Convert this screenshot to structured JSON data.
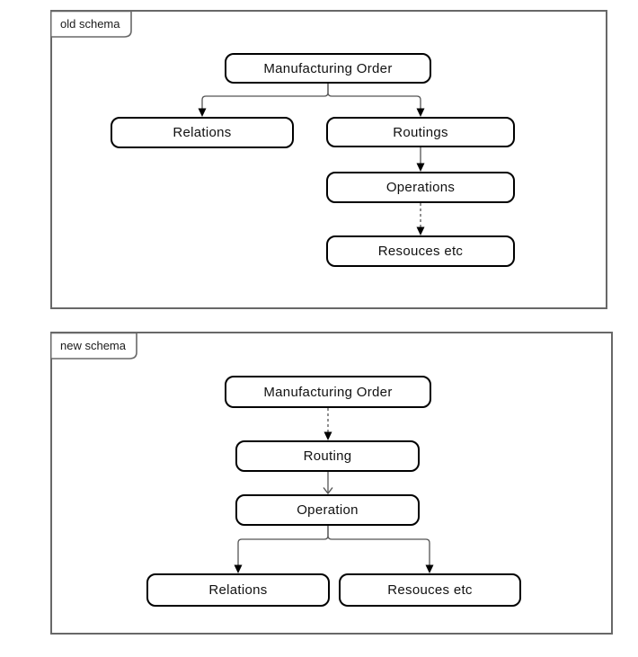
{
  "diagram": {
    "panels": [
      {
        "label": "old schema",
        "nodes": {
          "manufacturing_order": "Manufacturing Order",
          "relations": "Relations",
          "routings": "Routings",
          "operations": "Operations",
          "resources": "Resouces etc"
        },
        "edges": [
          {
            "from": "Manufacturing Order",
            "to": "Relations",
            "style": "solid",
            "arrow": "filled"
          },
          {
            "from": "Manufacturing Order",
            "to": "Routings",
            "style": "solid",
            "arrow": "filled"
          },
          {
            "from": "Routings",
            "to": "Operations",
            "style": "solid",
            "arrow": "filled"
          },
          {
            "from": "Operations",
            "to": "Resouces etc",
            "style": "dashed",
            "arrow": "filled"
          }
        ]
      },
      {
        "label": "new schema",
        "nodes": {
          "manufacturing_order": "Manufacturing Order",
          "routing": "Routing",
          "operation": "Operation",
          "relations": "Relations",
          "resources": "Resouces etc"
        },
        "edges": [
          {
            "from": "Manufacturing Order",
            "to": "Routing",
            "style": "dashed",
            "arrow": "filled"
          },
          {
            "from": "Routing",
            "to": "Operation",
            "style": "solid",
            "arrow": "open"
          },
          {
            "from": "Operation",
            "to": "Relations",
            "style": "solid",
            "arrow": "filled"
          },
          {
            "from": "Operation",
            "to": "Resouces etc",
            "style": "solid",
            "arrow": "filled"
          }
        ]
      }
    ],
    "colors": {
      "background": "#ffffff",
      "panel_border": "#686868",
      "node_border": "#000000",
      "node_fill": "#ffffff",
      "edge": "#545454",
      "arrowhead": "#000000",
      "text": "#111111"
    }
  }
}
